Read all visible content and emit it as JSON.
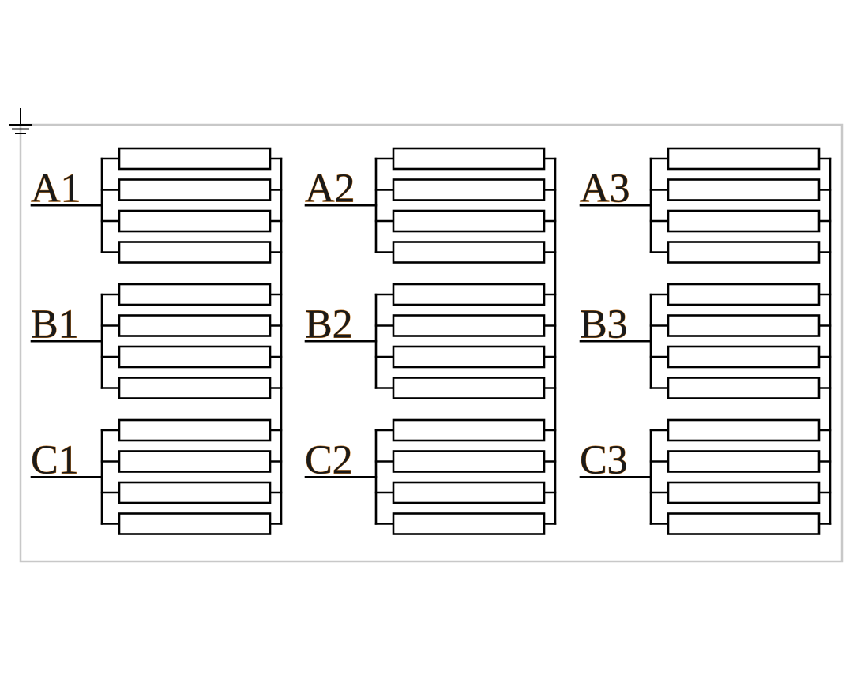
{
  "columns": [
    {
      "groups": [
        {
          "label": "A1",
          "resistor_count": 4
        },
        {
          "label": "B1",
          "resistor_count": 4
        },
        {
          "label": "C1",
          "resistor_count": 4
        }
      ]
    },
    {
      "groups": [
        {
          "label": "A2",
          "resistor_count": 4
        },
        {
          "label": "B2",
          "resistor_count": 4
        },
        {
          "label": "C2",
          "resistor_count": 4
        }
      ]
    },
    {
      "groups": [
        {
          "label": "A3",
          "resistor_count": 4
        },
        {
          "label": "B3",
          "resistor_count": 4
        },
        {
          "label": "C3",
          "resistor_count": 4
        }
      ]
    }
  ],
  "ground_icon": "ground-symbol-icon",
  "colors": {
    "wire": "#000000",
    "label_outline": "#c8761e",
    "frame": "#c8c8c8"
  }
}
